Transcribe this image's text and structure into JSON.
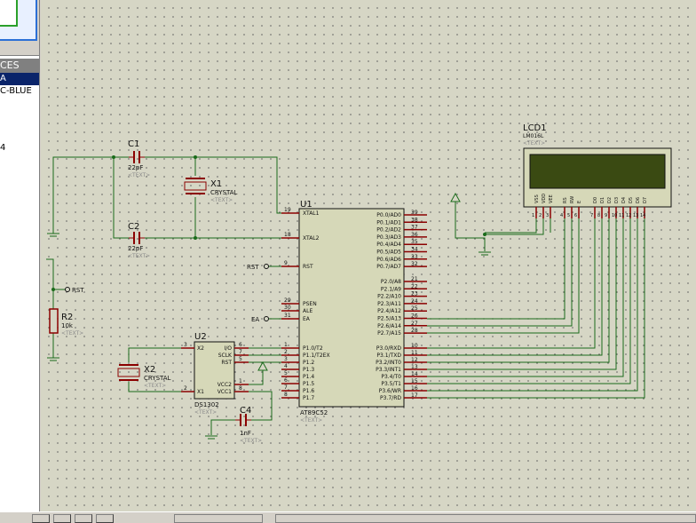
{
  "sidebar": {
    "devices_header": "CES",
    "items": [
      {
        "label": "A"
      },
      {
        "label": "C-BLUE"
      },
      {
        "label": "4"
      }
    ]
  },
  "schematic": {
    "c1": {
      "ref": "C1",
      "value": "22pF",
      "text": "<TEXT>"
    },
    "c2": {
      "ref": "C2",
      "value": "22pF",
      "text": "<TEXT>"
    },
    "x1": {
      "ref": "X1",
      "value": "CRYSTAL",
      "text": "<TEXT>"
    },
    "x2": {
      "ref": "X2",
      "value": "CRYSTAL",
      "text": "<TEXT>"
    },
    "r2": {
      "ref": "R2",
      "value": "10k",
      "text": "<TEXT>"
    },
    "c4": {
      "ref": "C4",
      "value": "1nF",
      "text": "<TEXT>"
    },
    "lcd": {
      "ref": "LCD1",
      "value": "LM016L",
      "text": "<TEXT>",
      "pins": [
        "VSS",
        "VDD",
        "VEE",
        "RS",
        "RW",
        "E",
        "D0",
        "D1",
        "D2",
        "D3",
        "D4",
        "D5",
        "D6",
        "D7"
      ],
      "pin_numbers": [
        "1",
        "2",
        "3",
        "4",
        "5",
        "6",
        "7",
        "8",
        "9",
        "10",
        "11",
        "12",
        "13",
        "14"
      ]
    },
    "u1": {
      "ref": "U1",
      "value": "AT89C52",
      "text": "<TEXT>",
      "left_pins": [
        {
          "num": "19",
          "name": "XTAL1"
        },
        {
          "num": "18",
          "name": "XTAL2"
        },
        {
          "num": "9",
          "name": "RST"
        },
        {
          "num": "29",
          "name": "PSEN"
        },
        {
          "num": "30",
          "name": "ALE"
        },
        {
          "num": "31",
          "name": "EA"
        },
        {
          "num": "1",
          "name": "P1.0/T2"
        },
        {
          "num": "2",
          "name": "P1.1/T2EX"
        },
        {
          "num": "3",
          "name": "P1.2"
        },
        {
          "num": "4",
          "name": "P1.3"
        },
        {
          "num": "5",
          "name": "P1.4"
        },
        {
          "num": "6",
          "name": "P1.5"
        },
        {
          "num": "7",
          "name": "P1.6"
        },
        {
          "num": "8",
          "name": "P1.7"
        }
      ],
      "right_pins": [
        {
          "num": "39",
          "name": "P0.0/AD0"
        },
        {
          "num": "38",
          "name": "P0.1/AD1"
        },
        {
          "num": "37",
          "name": "P0.2/AD2"
        },
        {
          "num": "36",
          "name": "P0.3/AD3"
        },
        {
          "num": "35",
          "name": "P0.4/AD4"
        },
        {
          "num": "34",
          "name": "P0.5/AD5"
        },
        {
          "num": "33",
          "name": "P0.6/AD6"
        },
        {
          "num": "32",
          "name": "P0.7/AD7"
        },
        {
          "num": "21",
          "name": "P2.0/A8"
        },
        {
          "num": "22",
          "name": "P2.1/A9"
        },
        {
          "num": "23",
          "name": "P2.2/A10"
        },
        {
          "num": "24",
          "name": "P2.3/A11"
        },
        {
          "num": "25",
          "name": "P2.4/A12"
        },
        {
          "num": "26",
          "name": "P2.5/A13"
        },
        {
          "num": "27",
          "name": "P2.6/A14"
        },
        {
          "num": "28",
          "name": "P2.7/A15"
        },
        {
          "num": "10",
          "name": "P3.0/RXD"
        },
        {
          "num": "11",
          "name": "P3.1/TXD"
        },
        {
          "num": "12",
          "name": "P3.2/INT0"
        },
        {
          "num": "13",
          "name": "P3.3/INT1"
        },
        {
          "num": "14",
          "name": "P3.4/T0"
        },
        {
          "num": "15",
          "name": "P3.5/T1"
        },
        {
          "num": "16",
          "name": "P3.6/WR"
        },
        {
          "num": "17",
          "name": "P3.7/RD"
        }
      ]
    },
    "u2": {
      "ref": "U2",
      "value": "DS1302",
      "text": "<TEXT>",
      "left_pins": [
        {
          "num": "3",
          "name": "X2"
        },
        {
          "num": "2",
          "name": "X1"
        }
      ],
      "right_pins": [
        {
          "num": "6",
          "name": "I/O"
        },
        {
          "num": "7",
          "name": "SCLK"
        },
        {
          "num": "5",
          "name": "RST"
        },
        {
          "num": "1",
          "name": "VCC2"
        },
        {
          "num": "8",
          "name": "VCC1"
        }
      ]
    },
    "terminals": {
      "rst1": "RST",
      "ea": "EA",
      "rst2": "RST"
    }
  },
  "colors": {
    "wire": "#1a6b1a",
    "component": "#8b0000",
    "chip_fill": "#d6d8b8",
    "lcd_screen": "#3a4a12",
    "canvas": "#d6d6c5"
  }
}
